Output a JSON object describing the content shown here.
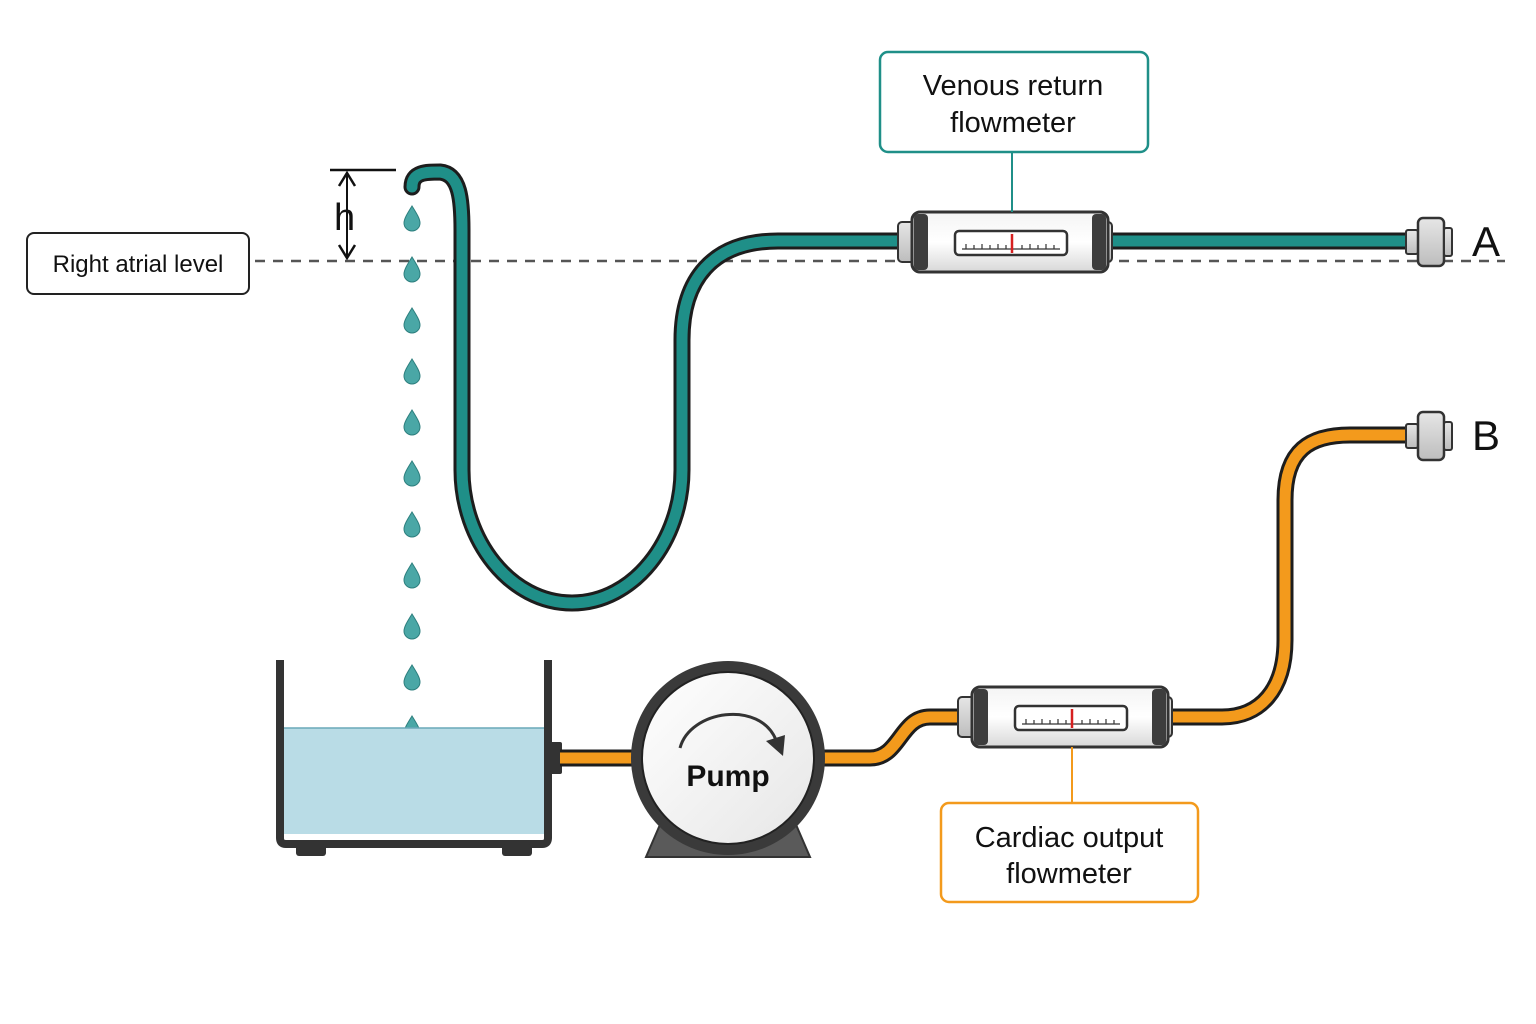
{
  "labels": {
    "right_atrial_level": "Right atrial level",
    "height_symbol": "h",
    "venous_flowmeter": [
      "Venous return",
      "flowmeter"
    ],
    "cardiac_flowmeter": [
      "Cardiac output",
      "flowmeter"
    ],
    "pump": "Pump",
    "outlet_a": "A",
    "outlet_b": "B"
  },
  "colors": {
    "venous_tube": "#1f8f88",
    "arterial_tube": "#f39a1c",
    "water": "#b9dce6",
    "droplet": "#4aa7a6",
    "outline": "#2b2b2b",
    "venous_box_border": "#1f8f88",
    "cardiac_box_border": "#f39a1c",
    "gauge_needle": "#d62020"
  },
  "icons": {
    "pump_rotation": "clockwise-arrow-icon",
    "droplets": "droplet-icon",
    "height_marker": "double-arrow-icon"
  }
}
